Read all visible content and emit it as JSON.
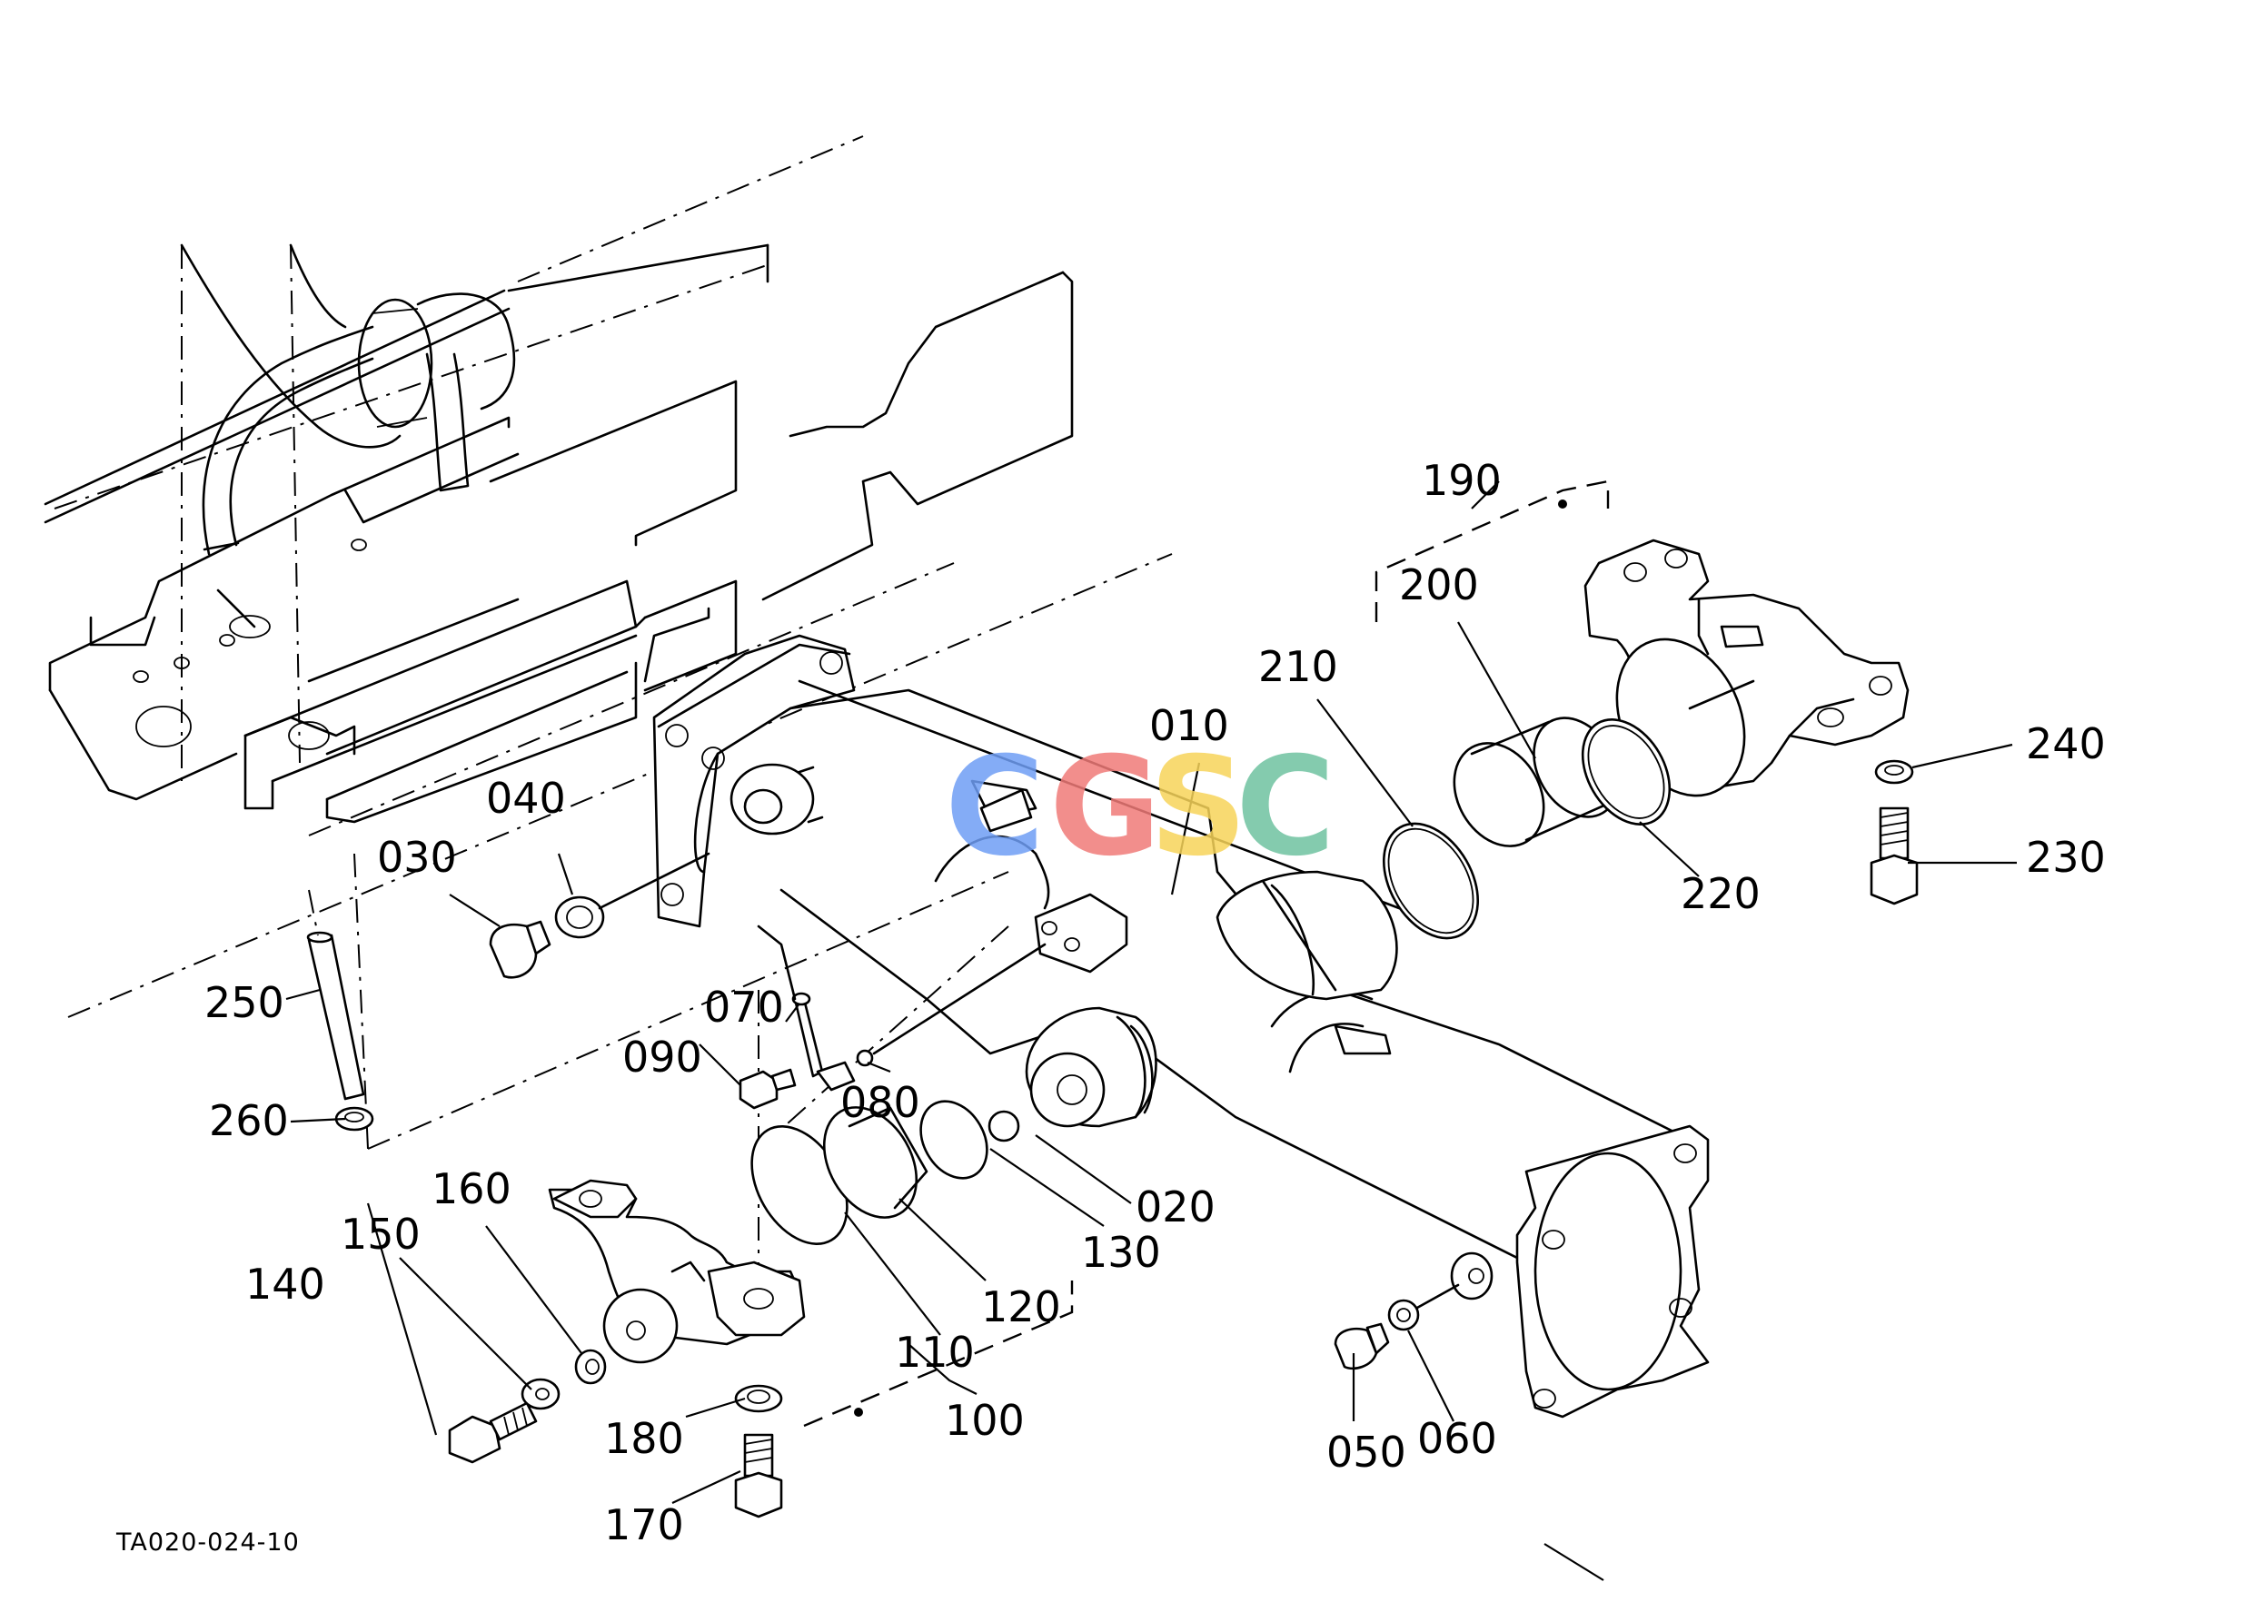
{
  "drawing_code": "TA020-024-10",
  "watermark": {
    "letters": [
      "C",
      "G",
      "S",
      "C"
    ],
    "colors": [
      "#6f9ef5",
      "#f07b78",
      "#f7d45a",
      "#6fc3a0"
    ]
  },
  "callouts": [
    {
      "id": "p010",
      "label": "010"
    },
    {
      "id": "p020",
      "label": "020"
    },
    {
      "id": "p030",
      "label": "030"
    },
    {
      "id": "p040",
      "label": "040"
    },
    {
      "id": "p050",
      "label": "050"
    },
    {
      "id": "p060",
      "label": "060"
    },
    {
      "id": "p070",
      "label": "070"
    },
    {
      "id": "p080",
      "label": "080"
    },
    {
      "id": "p090",
      "label": "090"
    },
    {
      "id": "p100",
      "label": "100"
    },
    {
      "id": "p110",
      "label": "110"
    },
    {
      "id": "p120",
      "label": "120"
    },
    {
      "id": "p130",
      "label": "130"
    },
    {
      "id": "p140",
      "label": "140"
    },
    {
      "id": "p150",
      "label": "150"
    },
    {
      "id": "p160",
      "label": "160"
    },
    {
      "id": "p170",
      "label": "170"
    },
    {
      "id": "p180",
      "label": "180"
    },
    {
      "id": "p190",
      "label": "190"
    },
    {
      "id": "p200",
      "label": "200"
    },
    {
      "id": "p210",
      "label": "210"
    },
    {
      "id": "p220",
      "label": "220"
    },
    {
      "id": "p230",
      "label": "230"
    },
    {
      "id": "p240",
      "label": "240"
    },
    {
      "id": "p250",
      "label": "250"
    },
    {
      "id": "p260",
      "label": "260"
    }
  ]
}
